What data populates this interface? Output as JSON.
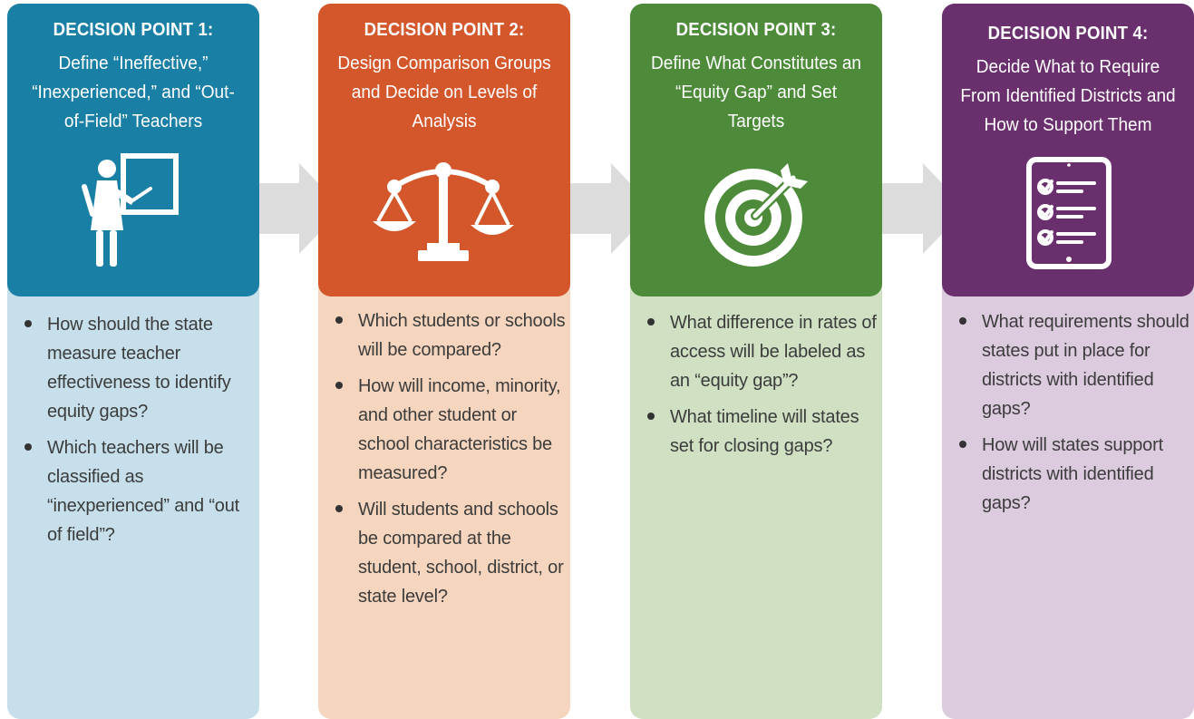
{
  "decision_points": [
    {
      "title": "DECISION POINT 1:",
      "description": "Define “Ineffective,” “Inexperienced,” and “Out-of-Field” Teachers",
      "icon": "teacher-at-board-icon",
      "head_color": "#1a7fa5",
      "body_color": "#c6dfea",
      "questions": [
        "How should the state measure teacher effectiveness to identify equity gaps?",
        "Which teachers will be classified as “inexperienced” and “out of field”?"
      ]
    },
    {
      "title": "DECISION POINT 2:",
      "description": "Design Comparison Groups and Decide on Levels of Analysis",
      "icon": "balance-scale-icon",
      "head_color": "#d4562b",
      "body_color": "#f5d5bd",
      "questions": [
        "Which students or schools will be compared?",
        "How will income, minority, and other student or school characteristics be measured?",
        "Will students and schools be compared at the student, school, district, or state level?"
      ]
    },
    {
      "title": "DECISION POINT 3:",
      "description": "Define What Constitutes an “Equity Gap” and Set Targets",
      "icon": "target-arrow-icon",
      "head_color": "#4d8b3a",
      "body_color": "#cfe0c3",
      "questions": [
        "What difference in rates of access will be labeled as an “equity gap”?",
        "What timeline will states set for closing gaps?"
      ]
    },
    {
      "title": "DECISION POINT 4:",
      "description": "Decide What to Require From Identified Districts and How to Support Them",
      "icon": "checklist-tablet-icon",
      "head_color": "#6a2f6d",
      "body_color": "#dccade",
      "questions": [
        "What requirements should states put in place for districts with identified gaps?",
        "How will states support districts with identified gaps?"
      ]
    }
  ],
  "arrow_color": "#dcdcdc"
}
